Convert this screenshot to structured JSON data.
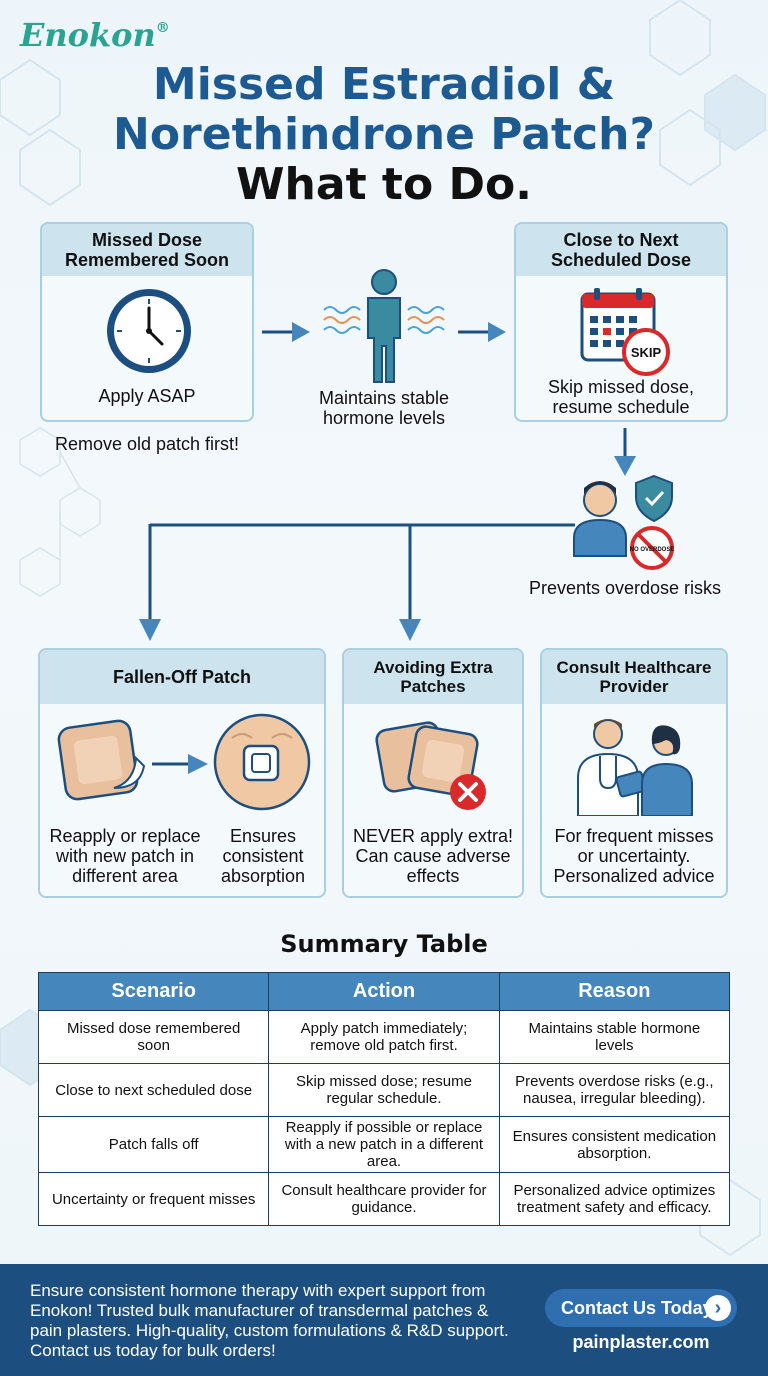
{
  "brand": {
    "name": "Enokon",
    "mark": "®"
  },
  "title": {
    "line1": "Missed Estradiol &",
    "line2": "Norethindrone Patch?",
    "line3": "What to Do."
  },
  "flow": {
    "soon": {
      "heading": "Missed Dose Remembered Soon",
      "caption": "Apply ASAP",
      "note": "Remove old patch first!"
    },
    "stable": {
      "caption": "Maintains stable hormone levels"
    },
    "close": {
      "heading": "Close to Next Scheduled Dose",
      "caption": "Skip missed dose, resume schedule",
      "skip_label": "SKIP"
    },
    "overdose": {
      "caption": "Prevents overdose risks",
      "no_label": "NO OVERDOSE"
    },
    "fallen": {
      "heading": "Fallen-Off Patch",
      "caption_left": "Reapply or replace with new patch in different area",
      "caption_right": "Ensures consistent absorption"
    },
    "extra": {
      "heading": "Avoiding Extra Patches",
      "caption": "NEVER apply extra! Can cause adverse effects"
    },
    "consult": {
      "heading": "Consult Healthcare Provider",
      "caption": "For frequent misses or uncertainty. Personalized advice"
    }
  },
  "summary": {
    "title": "Summary Table",
    "headers": [
      "Scenario",
      "Action",
      "Reason"
    ],
    "rows": [
      [
        "Missed dose remembered soon",
        "Apply patch immediately; remove old patch first.",
        "Maintains stable hormone levels"
      ],
      [
        "Close to next scheduled dose",
        "Skip missed dose; resume regular schedule.",
        "Prevents overdose risks (e.g., nausea, irregular bleeding)."
      ],
      [
        "Patch falls off",
        "Reapply if possible or replace with a new patch in a different area.",
        "Ensures consistent medication absorption."
      ],
      [
        "Uncertainty or frequent misses",
        "Consult healthcare provider for guidance.",
        "Personalized advice optimizes treatment safety and efficacy."
      ]
    ]
  },
  "footer": {
    "text": "Ensure consistent hormone therapy with expert support from Enokon! Trusted bulk manufacturer of transdermal patches & pain plasters. High-quality, custom formulations & R&D support. Contact us today for bulk orders!",
    "cta": "Contact Us Today",
    "site": "painplaster.com"
  },
  "colors": {
    "accent": "#1d5a92",
    "brand": "#2aa392",
    "header_bg": "#cde4ef",
    "table_head": "#4587bc",
    "footer_bg": "#1c4f80",
    "red": "#d9292b"
  }
}
